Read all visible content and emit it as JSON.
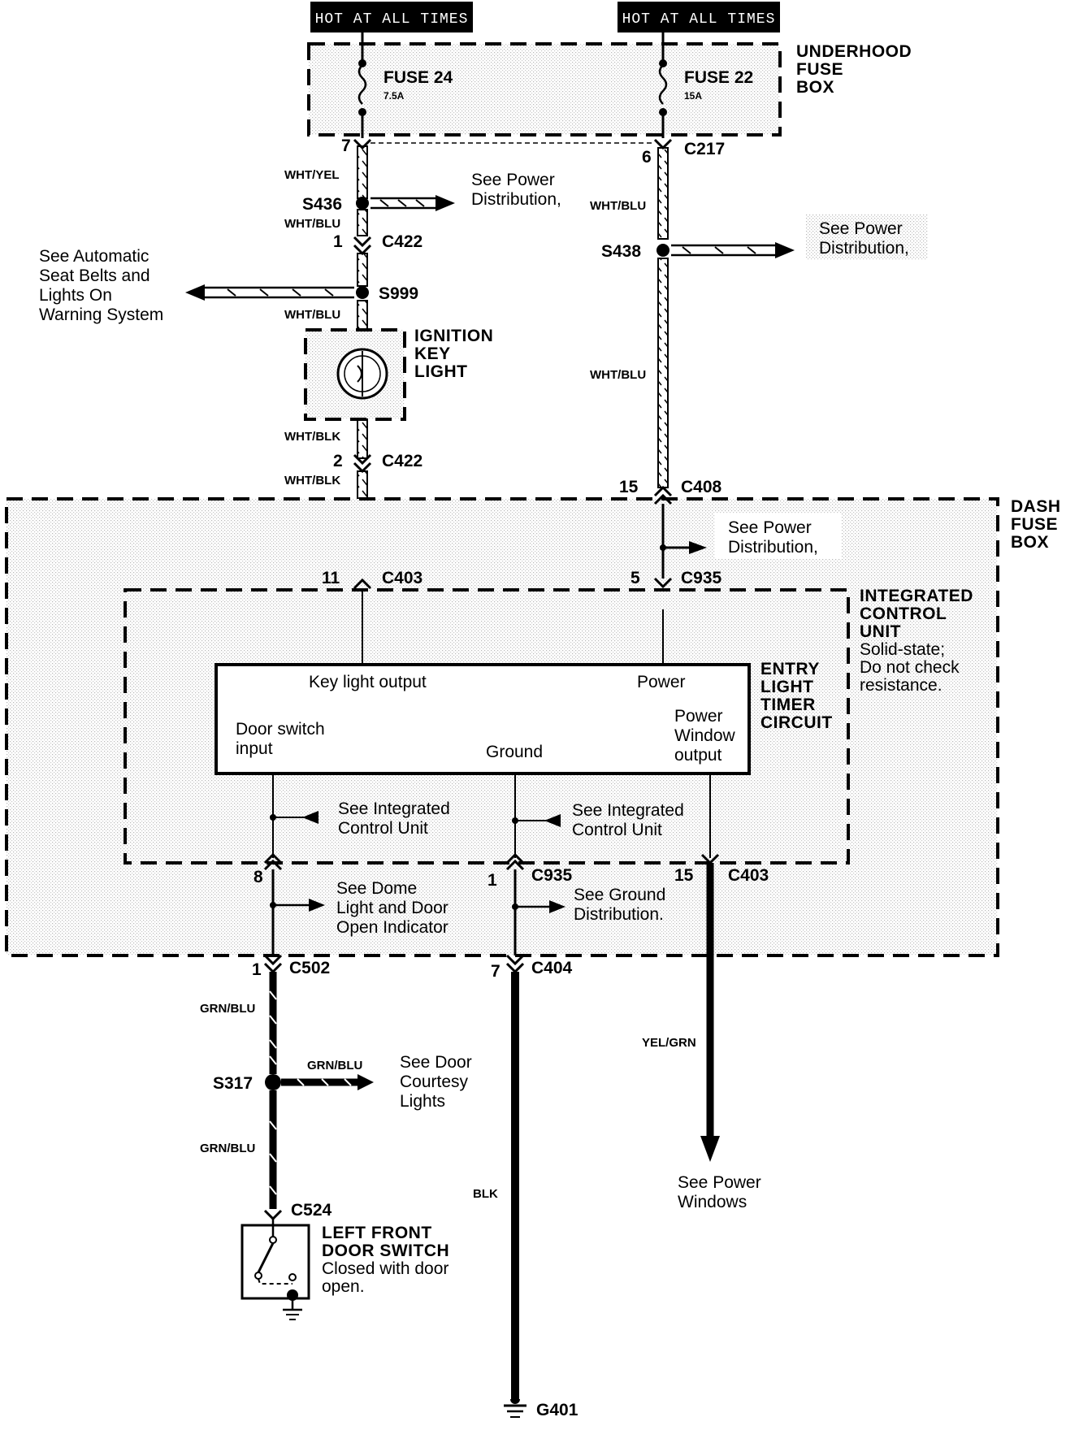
{
  "banners": {
    "left": "HOT AT ALL TIMES",
    "right": "HOT AT ALL TIMES"
  },
  "underhood_box": {
    "label_1": "UNDERHOOD",
    "label_2": "FUSE",
    "label_3": "BOX"
  },
  "fuses": [
    {
      "name": "FUSE 24",
      "rating": "7.5A"
    },
    {
      "name": "FUSE 22",
      "rating": "15A"
    }
  ],
  "connectors": {
    "c217_pin7": "7",
    "c217_pin6": "6",
    "c217": "C217",
    "c422_pin1": "1",
    "c422_a": "C422",
    "c422_pin2": "2",
    "c422_b": "C422",
    "c408_pin": "15",
    "c408": "C408",
    "c403_pin11": "11",
    "c403_a": "C403",
    "c935_pin5": "5",
    "c935_a": "C935",
    "pin8": "8",
    "c935_pin1": "1",
    "c935_b": "C935",
    "c403_pin15": "15",
    "c403_b": "C403",
    "c502_pin": "1",
    "c502": "C502",
    "c404_pin": "7",
    "c404": "C404",
    "c524": "C524",
    "g401": "G401"
  },
  "splices": {
    "s436": "S436",
    "s438": "S438",
    "s999": "S999",
    "s317": "S317"
  },
  "wires": {
    "wht_yel": "WHT/YEL",
    "wht_blu_1": "WHT/BLU",
    "wht_blu_2": "WHT/BLU",
    "wht_blk_1": "WHT/BLK",
    "wht_blk_2": "WHT/BLK",
    "wht_blu_r1": "WHT/BLU",
    "wht_blu_r2": "WHT/BLU",
    "grn_blu_1": "GRN/BLU",
    "grn_blu_2": "GRN/BLU",
    "grn_blu_3": "GRN/BLU",
    "blk": "BLK",
    "yel_grn": "YEL/GRN"
  },
  "refs": {
    "power_dist_1_a": "See Power",
    "power_dist_1_b": "Distribution,",
    "power_dist_2_a": "See Power",
    "power_dist_2_b": "Distribution,",
    "power_dist_3_a": "See Power",
    "power_dist_3_b": "Distribution,",
    "seatbelts_1": "See Automatic",
    "seatbelts_2": "Seat Belts and",
    "seatbelts_3": "Lights On",
    "seatbelts_4": "Warning System",
    "icu_a_1": "See  Integrated",
    "icu_a_2": "Control Unit",
    "icu_b_1": "See  Integrated",
    "icu_b_2": "Control Unit",
    "dome_1": "See Dome",
    "dome_2": "Light and Door",
    "dome_3": "Open Indicator",
    "ground_1": "See Ground",
    "ground_2": "Distribution.",
    "courtesy_1": "See Door",
    "courtesy_2": "Courtesy",
    "courtesy_3": "Lights",
    "pw_1": "See Power",
    "pw_2": "Windows"
  },
  "ignition": {
    "l1": "IGNITION",
    "l2": "KEY",
    "l3": "LIGHT"
  },
  "dash_box": {
    "l1": "DASH",
    "l2": "FUSE",
    "l3": "BOX"
  },
  "icu": {
    "l1": "INTEGRATED",
    "l2": "CONTROL",
    "l3": "UNIT",
    "n1": "Solid-state;",
    "n2": "Do not check",
    "n3": "resistance."
  },
  "timer": {
    "l1": "ENTRY",
    "l2": "LIGHT",
    "l3": "TIMER",
    "l4": "CIRCUIT",
    "key_light_output": "Key light output",
    "power": "Power",
    "door_switch_1": "Door switch",
    "door_switch_2": "input",
    "ground": "Ground",
    "pwo_1": "Power",
    "pwo_2": "Window",
    "pwo_3": "output"
  },
  "door_switch": {
    "l1": "LEFT FRONT",
    "l2": "DOOR SWITCH",
    "n1": "Closed with door",
    "n2": "open."
  }
}
